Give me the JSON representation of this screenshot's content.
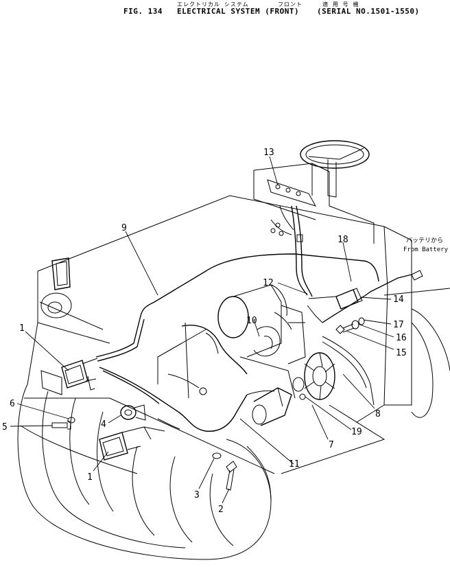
{
  "header": {
    "jp_system": "エレクトリカル システム",
    "jp_front": "フロント",
    "jp_serial": "適 用 号 機",
    "fig_number": "FIG. 134",
    "title": "ELECTRICAL SYSTEM (FRONT)",
    "serial": "(SERIAL NO.1501-1550)"
  },
  "notes": {
    "battery_jp": "バッテリから",
    "battery_en": "From  Battery"
  },
  "callouts": {
    "c1a": "1",
    "c1b": "1",
    "c2": "2",
    "c3": "3",
    "c4": "4",
    "c5": "5",
    "c6": "6",
    "c7": "7",
    "c8": "8",
    "c9": "9",
    "c10": "10",
    "c11": "11",
    "c12": "12",
    "c13": "13",
    "c14": "14",
    "c15": "15",
    "c16": "16",
    "c17": "17",
    "c18": "18",
    "c19": "19"
  }
}
